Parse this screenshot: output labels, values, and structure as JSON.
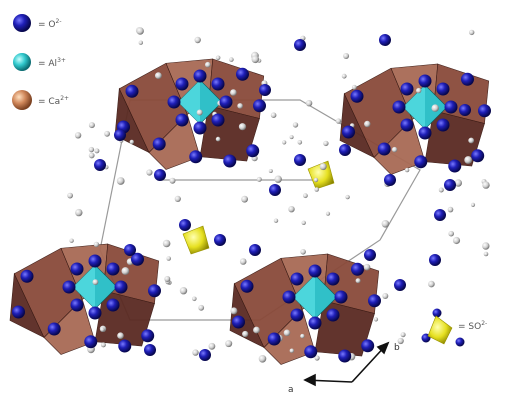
{
  "legend": {
    "items": [
      {
        "label": "= O",
        "sup": "2-",
        "color": "#1a1aa8",
        "icon": "oxygen-sphere-icon"
      },
      {
        "label": "= Al",
        "sup": "3+",
        "color": "#2fc8c8",
        "icon": "aluminium-sphere-icon"
      },
      {
        "label": "= Ca",
        "sup": "2+",
        "color": "#d08a55",
        "icon": "calcium-sphere-icon"
      }
    ]
  },
  "sulfate": {
    "label": "= SO",
    "sup": "2-",
    "color": "#e8e020"
  },
  "axes": {
    "a": "a",
    "b": "b"
  },
  "colors": {
    "polyhedron": "#8a4a3a",
    "polyhedron_light": "#a86a55",
    "polyhedron_dark": "#5a2a22",
    "octahedron": "#30c0c8",
    "oxygen": "#1a1aa8",
    "hydrogen": "#c8c8c8"
  }
}
